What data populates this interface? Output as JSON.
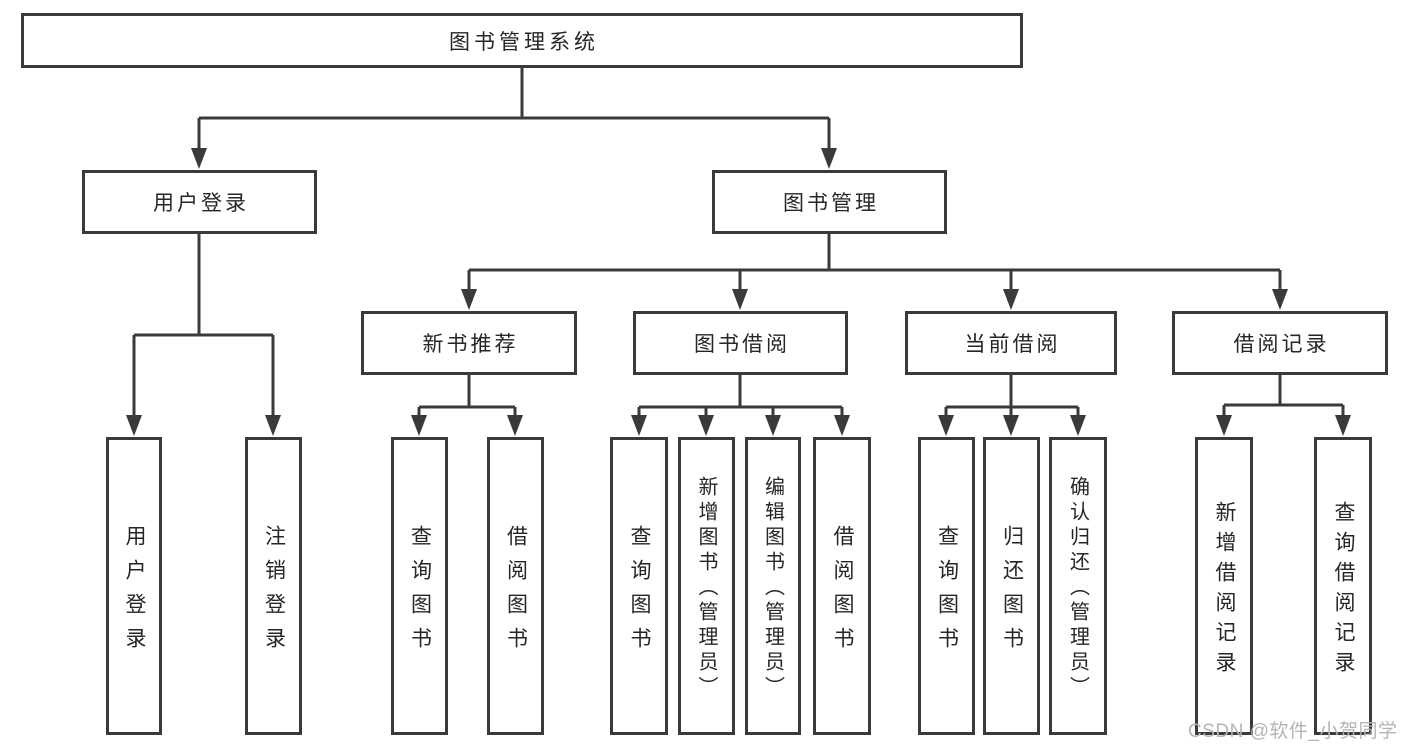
{
  "nodes": {
    "root": {
      "id": "library-management-system",
      "label": "图书管理系统"
    },
    "level2": [
      {
        "id": "user-login",
        "label": "用户登录",
        "parent": "library-management-system"
      },
      {
        "id": "book-management",
        "label": "图书管理",
        "parent": "library-management-system"
      }
    ],
    "level3": [
      {
        "id": "new-book-recommend",
        "label": "新书推荐",
        "parent": "book-management"
      },
      {
        "id": "book-borrowing",
        "label": "图书借阅",
        "parent": "book-management"
      },
      {
        "id": "current-borrowing",
        "label": "当前借阅",
        "parent": "book-management"
      },
      {
        "id": "borrowing-records",
        "label": "借阅记录",
        "parent": "book-management"
      }
    ],
    "leaves": [
      {
        "id": "leaf-user-login",
        "label": "用户登录",
        "parent": "user-login"
      },
      {
        "id": "leaf-logout",
        "label": "注销登录",
        "parent": "user-login"
      },
      {
        "id": "leaf-query-books-1",
        "label": "查询图书",
        "parent": "new-book-recommend"
      },
      {
        "id": "leaf-borrow-books-1",
        "label": "借阅图书",
        "parent": "new-book-recommend"
      },
      {
        "id": "leaf-query-books-2",
        "label": "查询图书",
        "parent": "book-borrowing"
      },
      {
        "id": "leaf-add-book-admin",
        "label": "新增图书（管理员）",
        "parent": "book-borrowing"
      },
      {
        "id": "leaf-edit-book-admin",
        "label": "编辑图书（管理员）",
        "parent": "book-borrowing"
      },
      {
        "id": "leaf-borrow-books-2",
        "label": "借阅图书",
        "parent": "book-borrowing"
      },
      {
        "id": "leaf-query-books-3",
        "label": "查询图书",
        "parent": "current-borrowing"
      },
      {
        "id": "leaf-return-book",
        "label": "归还图书",
        "parent": "current-borrowing"
      },
      {
        "id": "leaf-confirm-return-admin",
        "label": "确认归还（管理员）",
        "parent": "current-borrowing"
      },
      {
        "id": "leaf-add-borrow-record",
        "label": "新增借阅记录",
        "parent": "borrowing-records"
      },
      {
        "id": "leaf-query-borrow-record",
        "label": "查询借阅记录",
        "parent": "borrowing-records"
      }
    ]
  },
  "watermark": {
    "text": "CSDN @软件_小贺同学"
  },
  "colors": {
    "background": "#ffffff",
    "line": "#3a3a3a",
    "box_border": "#3a3a3a",
    "text": "#262626",
    "watermark": "#b4b4b6"
  }
}
